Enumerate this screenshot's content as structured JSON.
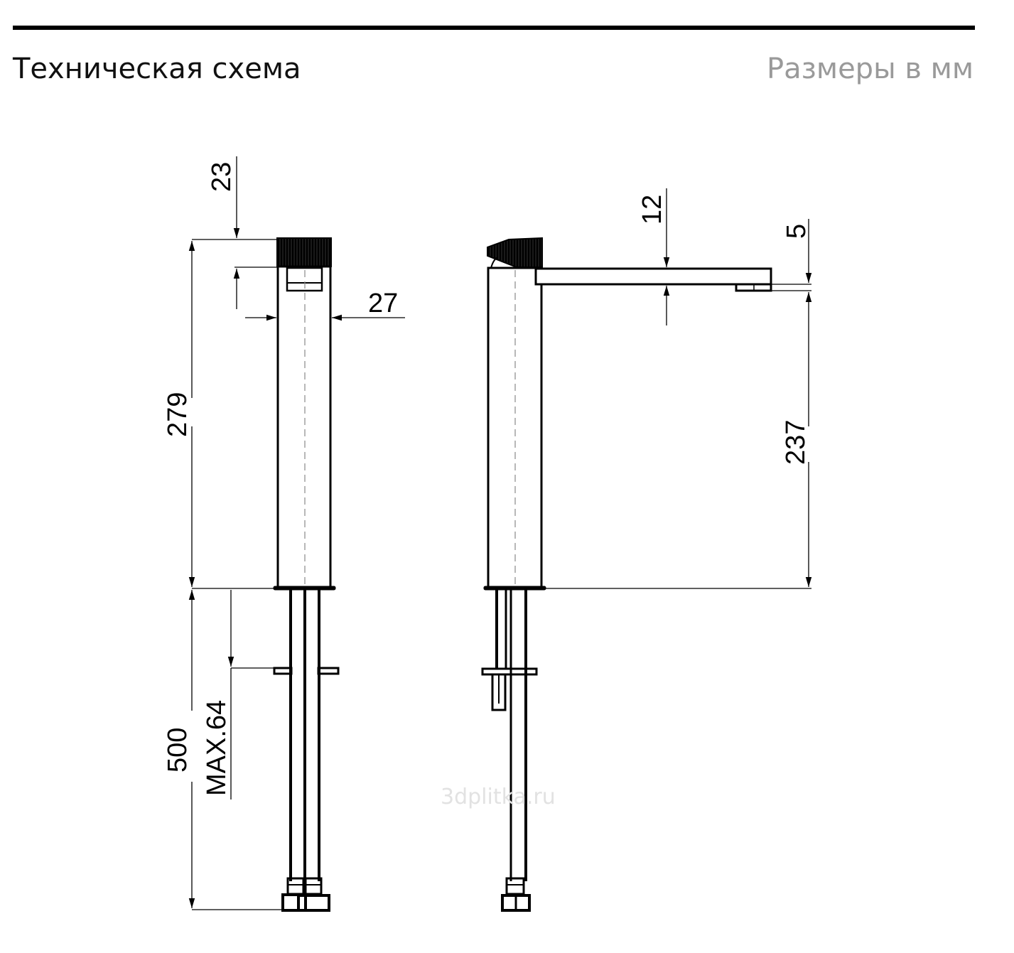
{
  "header": {
    "title": "Техническая схема",
    "units": "Размеры в мм"
  },
  "front_view": {
    "dims": {
      "handle_height": "23",
      "body_width": "27",
      "total_height": "279",
      "hose_length": "500",
      "max_deck_thickness": "MAX.64"
    }
  },
  "side_view": {
    "dims": {
      "spout_thickness": "12",
      "aerator_height": "5",
      "spout_clearance": "237"
    }
  },
  "watermark": "3dplitka.ru",
  "colors": {
    "line": "#000000",
    "units_text": "#9a9a9a",
    "watermark": "#e2e2e2"
  }
}
